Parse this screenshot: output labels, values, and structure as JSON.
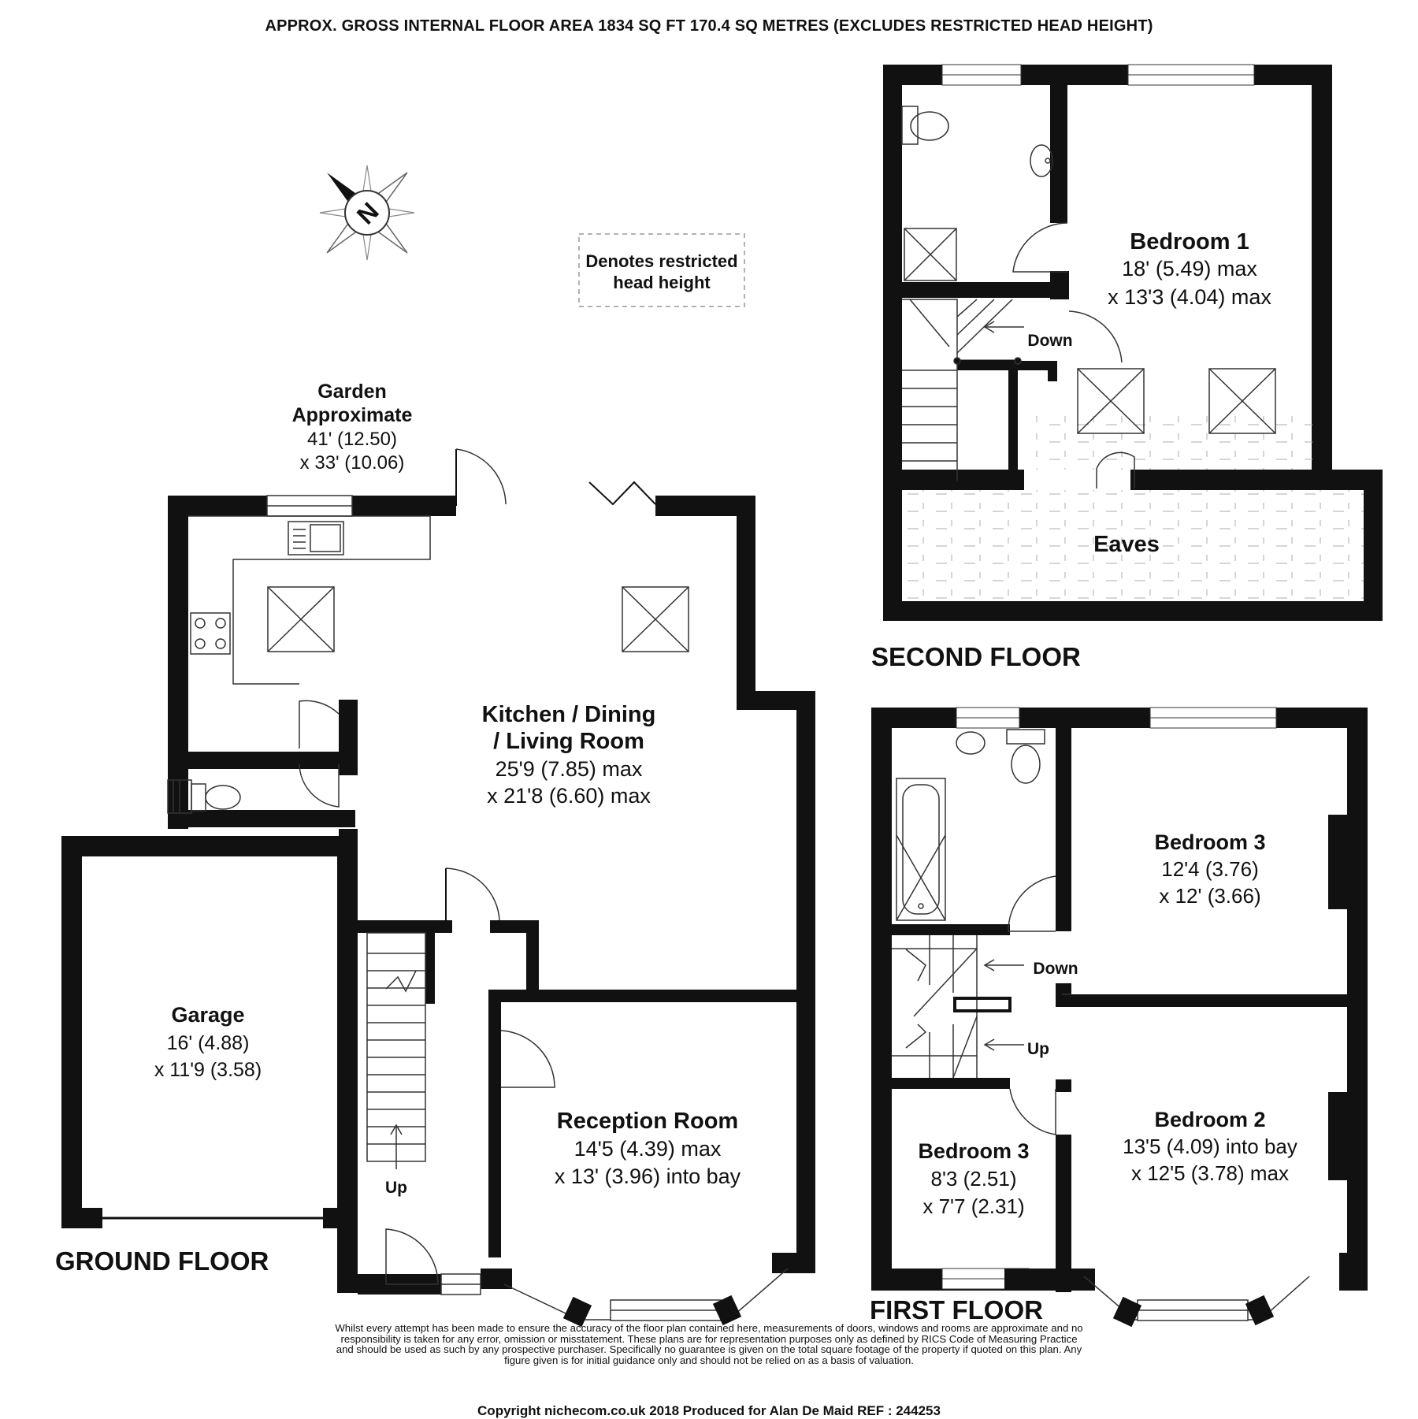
{
  "header": "APPROX. GROSS INTERNAL FLOOR AREA 1834 SQ FT 170.4 SQ METRES (EXCLUDES RESTRICTED HEAD HEIGHT)",
  "legend": {
    "line1": "Denotes restricted",
    "line2": "head height"
  },
  "compass": {
    "letter": "N"
  },
  "garden": {
    "name1": "Garden",
    "name2": "Approximate",
    "dim1": "41' (12.50)",
    "dim2": "x 33' (10.06)"
  },
  "floors": {
    "ground": "GROUND FLOOR",
    "first": "FIRST FLOOR",
    "second": "SECOND FLOOR"
  },
  "rooms": {
    "kitchen": {
      "name1": "Kitchen / Dining",
      "name2": "/ Living Room",
      "dim1": "25'9 (7.85) max",
      "dim2": "x 21'8 (6.60) max"
    },
    "garage": {
      "name": "Garage",
      "dim1": "16' (4.88)",
      "dim2": "x 11'9 (3.58)"
    },
    "reception": {
      "name": "Reception Room",
      "dim1": "14'5 (4.39) max",
      "dim2": "x 13' (3.96) into bay"
    },
    "bedroom1": {
      "name": "Bedroom 1",
      "dim1": "18' (5.49) max",
      "dim2": "x 13'3 (4.04) max"
    },
    "bedroom3_large": {
      "name": "Bedroom 3",
      "dim1": "12'4 (3.76)",
      "dim2": "x 12' (3.66)"
    },
    "bedroom2": {
      "name": "Bedroom 2",
      "dim1": "13'5 (4.09) into bay",
      "dim2": "x 12'5 (3.78) max"
    },
    "bedroom3_small": {
      "name": "Bedroom 3",
      "dim1": "8'3 (2.51)",
      "dim2": "x 7'7 (2.31)"
    },
    "eaves": {
      "name": "Eaves"
    }
  },
  "stairs": {
    "up": "Up",
    "down": "Down"
  },
  "disclaimer": "Whilst every attempt has been made to ensure the accuracy of the floor plan contained here, measurements of doors, windows and rooms are approximate and no responsibility is taken for any error, omission or misstatement. These plans are for representation purposes only as defined by RICS Code of Measuring Practice and should be used as such by any prospective purchaser.  Specifically no guarantee is given on the total square footage of the property if quoted on this plan. Any figure given is for initial guidance only and should not be relied on as a basis of valuation.",
  "copyright": "Copyright nichecom.co.uk 2018    Produced for Alan De Maid    REF :  244253",
  "colors": {
    "wall": "#111111",
    "line": "#333333",
    "hatch": "#bbbbbb",
    "background": "#ffffff"
  }
}
